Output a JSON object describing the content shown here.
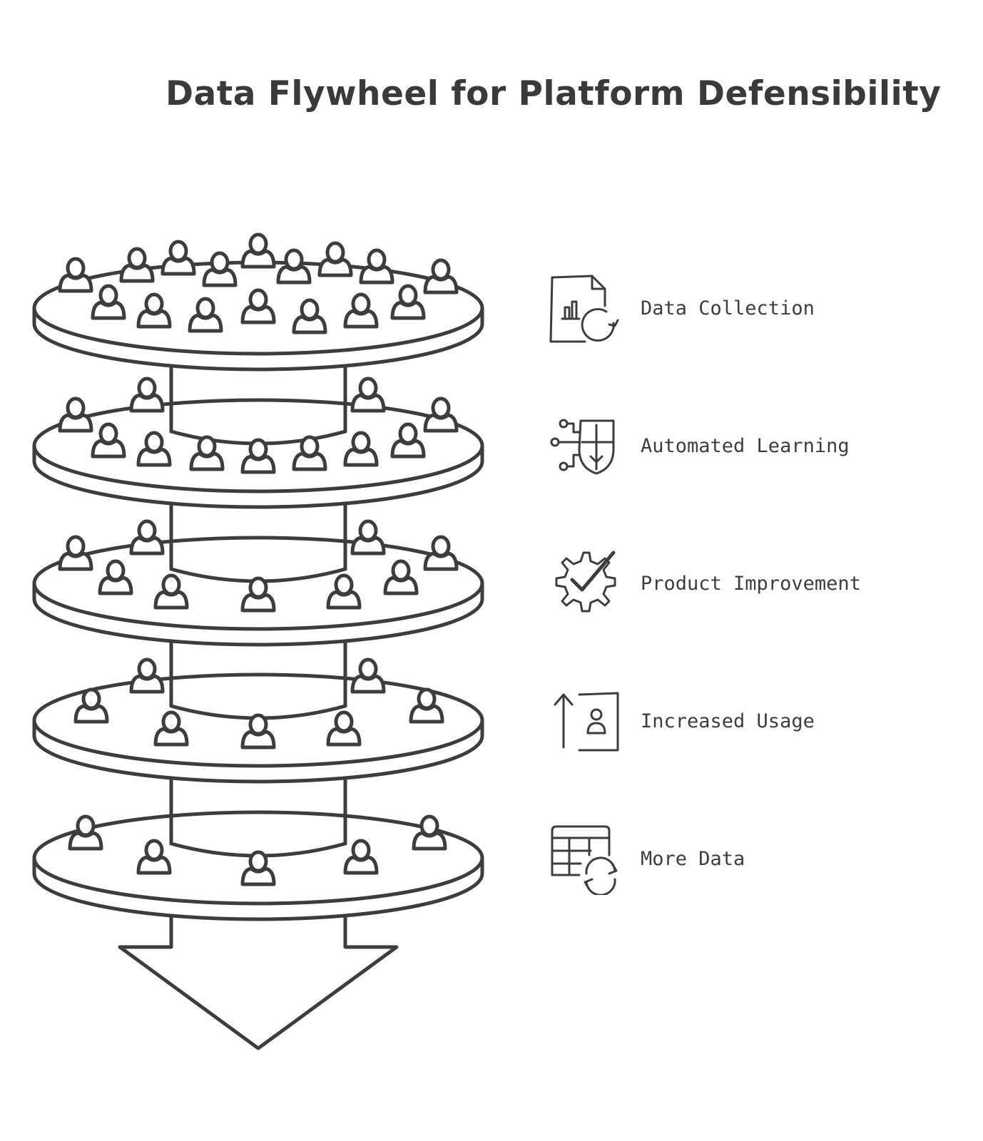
{
  "title": "Data Flywheel for Platform Defensibility",
  "steps": [
    {
      "label": "Data Collection",
      "icon": "chart-document-refresh-icon"
    },
    {
      "label": "Automated Learning",
      "icon": "neural-shield-icon"
    },
    {
      "label": "Product Improvement",
      "icon": "gear-check-icon"
    },
    {
      "label": "Increased Usage",
      "icon": "arrow-up-user-card-icon"
    },
    {
      "label": "More Data",
      "icon": "table-refresh-icon"
    }
  ],
  "colors": {
    "ink": "#3d3d3d",
    "background": "#ffffff"
  }
}
